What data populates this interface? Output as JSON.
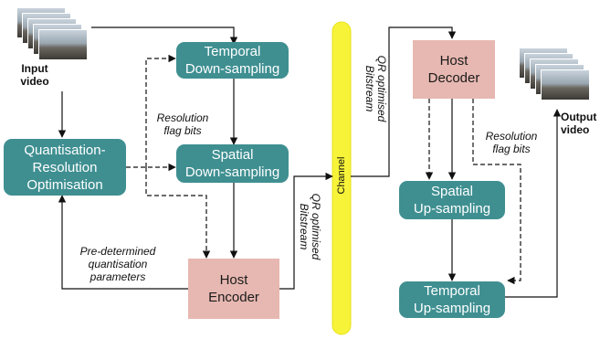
{
  "labels": {
    "input_video": "Input\nvideo",
    "output_video": "Output\nvideo",
    "temporal_down": "Temporal\nDown-sampling",
    "spatial_down": "Spatial\nDown-sampling",
    "qro": "Quantisation-\nResolution\nOptimisation",
    "host_encoder": "Host\nEncoder",
    "host_decoder": "Host\nDecoder",
    "spatial_up": "Spatial\nUp-sampling",
    "temporal_up": "Temporal\nUp-sampling",
    "channel": "Channel",
    "resolution_flag_left": "Resolution\nflag bits",
    "resolution_flag_right": "Resolution\nflag bits",
    "predetermined": "Pre-determined\nquantisation\nparameters",
    "qr_bitstream_left": "QR optimised\nBitstream",
    "qr_bitstream_right": "QR optimised\nBitstream"
  },
  "colors": {
    "process_box": "#3f8f91",
    "codec_box": "#e7b8b1",
    "channel": "#f7f339"
  }
}
